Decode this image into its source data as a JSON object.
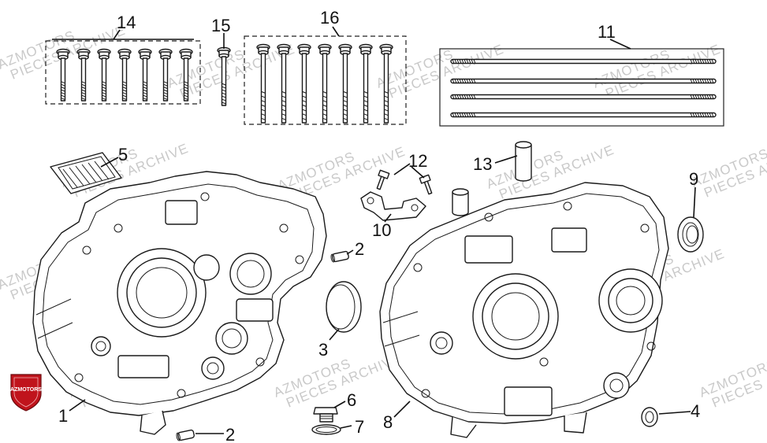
{
  "watermark": {
    "line1": "AZMOTORS",
    "line2": "PIECES ARCHIVE"
  },
  "logo": {
    "text": "AZMOTORS",
    "color": "#c0141c"
  },
  "callouts": [
    {
      "id": "c14",
      "label": "14"
    },
    {
      "id": "c15",
      "label": "15"
    },
    {
      "id": "c16",
      "label": "16"
    },
    {
      "id": "c11",
      "label": "11"
    },
    {
      "id": "c5",
      "label": "5"
    },
    {
      "id": "c12",
      "label": "12"
    },
    {
      "id": "c13",
      "label": "13"
    },
    {
      "id": "c9",
      "label": "9"
    },
    {
      "id": "c10",
      "label": "10"
    },
    {
      "id": "c2a",
      "label": "2"
    },
    {
      "id": "c3",
      "label": "3"
    },
    {
      "id": "c1",
      "label": "1"
    },
    {
      "id": "c2b",
      "label": "2"
    },
    {
      "id": "c6",
      "label": "6"
    },
    {
      "id": "c7",
      "label": "7"
    },
    {
      "id": "c8",
      "label": "8"
    },
    {
      "id": "c4",
      "label": "4"
    }
  ]
}
